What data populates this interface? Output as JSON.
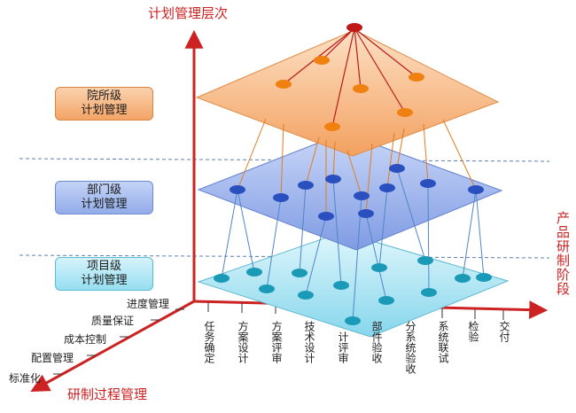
{
  "axes": {
    "vertical_title": "计划管理层次",
    "horizontal_title": "产品研制阶段",
    "depth_title": "研制过程管理"
  },
  "levels": [
    {
      "line1": "院所级",
      "line2": "计划管理",
      "color": "#f7b27a"
    },
    {
      "line1": "部门级",
      "line2": "计划管理",
      "color": "#8fa9ea"
    },
    {
      "line1": "项目级",
      "line2": "计划管理",
      "color": "#8fdbee"
    }
  ],
  "stages": [
    "任务确定",
    "方案设计",
    "方案评审",
    "技术设计",
    "计评审",
    "部件验收",
    "分系统验收",
    "系统联试",
    "检验",
    "交付"
  ],
  "processes": [
    "进度管理",
    "质量保证",
    "成本控制",
    "配置管理",
    "标准化"
  ],
  "colors": {
    "axis": "#cc2222",
    "orange_node": "#f08010",
    "blue_node": "#2a4fbf",
    "teal_node": "#1b9ab8",
    "apex_node": "#c01818"
  }
}
